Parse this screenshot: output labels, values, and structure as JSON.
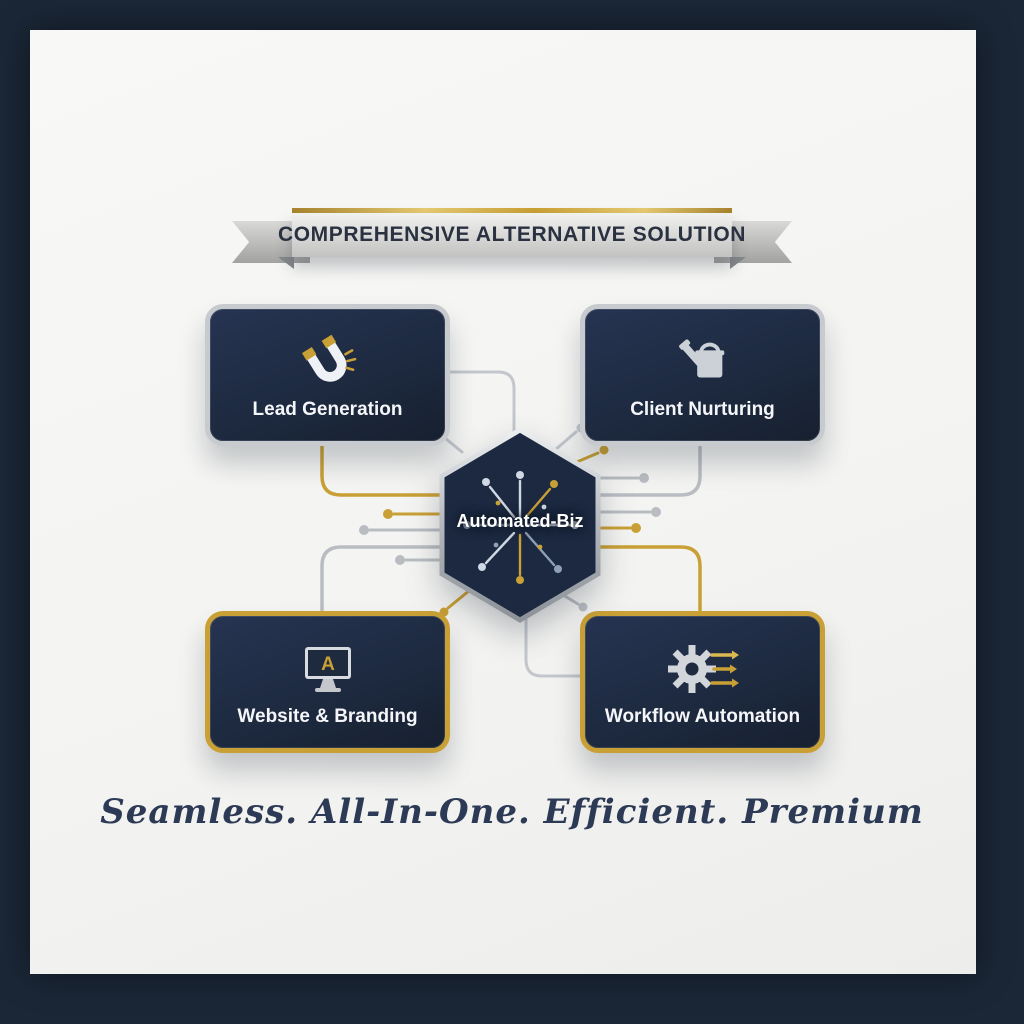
{
  "banner": {
    "title": "COMPREHENSIVE ALTERNATIVE SOLUTION"
  },
  "center": {
    "label": "Automated-Biz"
  },
  "nodes": [
    {
      "label": "Lead Generation",
      "icon": "magnet-icon",
      "border": "silver"
    },
    {
      "label": "Client Nurturing",
      "icon": "watering-can-icon",
      "border": "silver"
    },
    {
      "label": "Website & Branding",
      "icon": "monitor-icon",
      "border": "gold"
    },
    {
      "label": "Workflow Automation",
      "icon": "gear-icon",
      "border": "gold"
    }
  ],
  "icons": {
    "monitor_letter": "A"
  },
  "tagline": "Seamless. All-In-One. Efficient. Premium",
  "colors": {
    "frame_navy": "#1b2737",
    "node_navy": "#1d2a40",
    "gold": "#c9a035",
    "silver": "#c7cace",
    "card_background": "#f5f5f3"
  }
}
